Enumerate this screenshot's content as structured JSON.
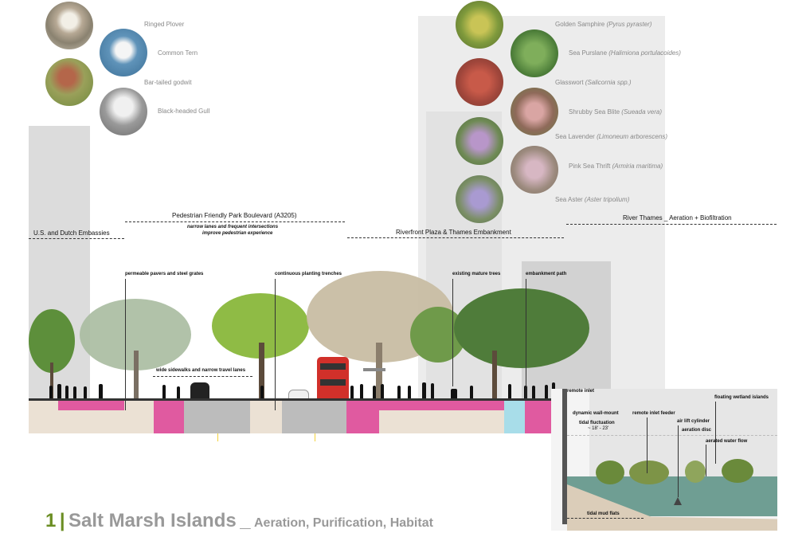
{
  "birds": [
    {
      "name": "Ringed Plover",
      "icon": "ringed-plover-photo"
    },
    {
      "name": "Common Tern",
      "icon": "common-tern-photo"
    },
    {
      "name": "Bar-tailed godwit",
      "icon": "bar-tailed-godwit-photo"
    },
    {
      "name": "Black-headed Gull",
      "icon": "black-headed-gull-photo"
    }
  ],
  "plants": [
    {
      "name": "Golden Samphire",
      "latin": "(Pyrus pyraster)",
      "icon": "golden-samphire-photo"
    },
    {
      "name": "Sea Purslane",
      "latin": "(Halimiona portulacoides)",
      "icon": "sea-purslane-photo"
    },
    {
      "name": "Glasswort",
      "latin": "(Salicornia spp.)",
      "icon": "glasswort-photo"
    },
    {
      "name": "Shrubby Sea Blite",
      "latin": "(Sueada vera)",
      "icon": "shrubby-sea-blite-photo"
    },
    {
      "name": "Sea Lavender",
      "latin": "(Limoneum arborescens)",
      "icon": "sea-lavender-photo"
    },
    {
      "name": "Pink Sea Thrift",
      "latin": "(Armiria maritima)",
      "icon": "pink-sea-thrift-photo"
    },
    {
      "name": "Sea Aster",
      "latin": "(Aster tripolium)",
      "icon": "sea-aster-photo"
    }
  ],
  "zones": {
    "embassies": "U.S. and Dutch Embassies",
    "boulevard": "Pedestrian Friendly Park Boulevard (A3205)",
    "boulevard_sub1": "narrow lanes and frequent intersections",
    "boulevard_sub2": "improve pedestrian experience",
    "riverfront": "Riverfront Plaza & Thames Embankment",
    "thames": "River Thames _ Aeration + Biofiltration"
  },
  "annotations": {
    "pavers": "permeable pavers and steel grates",
    "trenches": "continuous planting trenches",
    "mature_trees": "existing mature trees",
    "embankment_path": "embankment path",
    "sidewalks": "wide sidewalks and narrow travel lanes",
    "remote_inlet": "remote inlet",
    "wall_mount": "dynamic wall-mount",
    "tidal_fluct": "tidal fluctuation",
    "tidal_range": "~ 18' - 23'",
    "inlet_feeder": "remote inlet feeder",
    "air_lift": "air lift cylinder",
    "aeration_disc": "aeration disc",
    "water_flow": "aerated water flow",
    "wetland_islands": "floating wetland islands",
    "mud_flats": "tidal mud flats"
  },
  "title": {
    "number": "1",
    "separator": "|",
    "main": "Salt Marsh Islands",
    "underscore": "_",
    "sub": "Aeration, Purification, Habitat"
  },
  "colors": {
    "accent_green": "#6b8e23",
    "title_gray": "#999999",
    "magenta": "#e05aa0",
    "cyan": "#a8dde9",
    "water": "#6f9e93"
  }
}
